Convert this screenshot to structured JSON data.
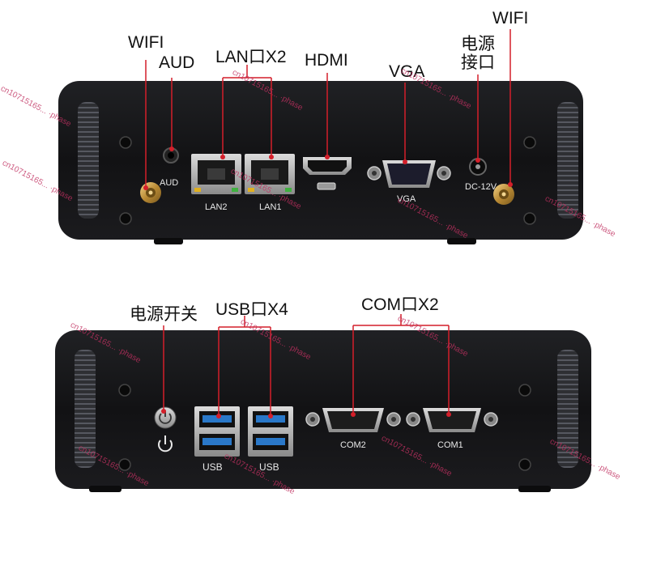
{
  "top_panel": {
    "callouts": {
      "wifi_left": "WIFI",
      "aud": "AUD",
      "lan": "LAN口X2",
      "hdmi": "HDMI",
      "vga": "VGA",
      "power_port_line1": "电源",
      "power_port_line2": "接口",
      "wifi_right": "WIFI"
    },
    "port_labels": {
      "aud": "AUD",
      "lan2": "LAN2",
      "lan1": "LAN1",
      "vga": "VGA",
      "dc": "DC-12V"
    }
  },
  "bottom_panel": {
    "callouts": {
      "power_switch": "电源开关",
      "usb": "USB口X4",
      "com": "COM口X2"
    },
    "port_labels": {
      "usb_left": "USB",
      "usb_right": "USB",
      "com2": "COM2",
      "com1": "COM1"
    }
  },
  "watermark": "cn10715165... ·phase",
  "colors": {
    "callout_line": "#d41f2a",
    "chassis": "#141416",
    "usb_blue": "#2a78c8"
  }
}
